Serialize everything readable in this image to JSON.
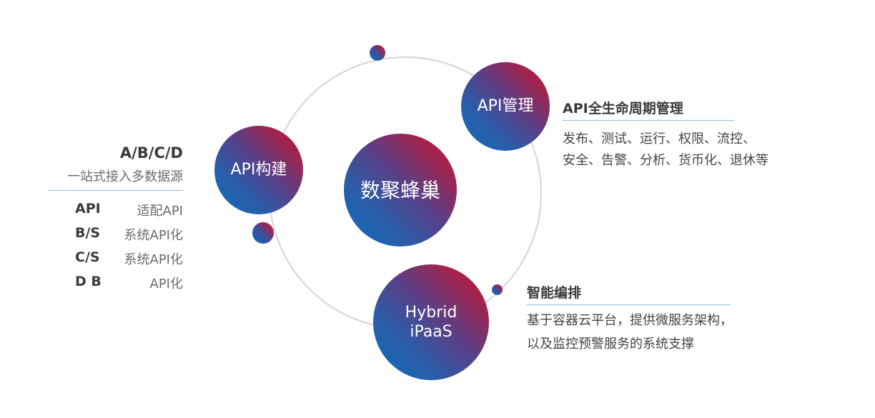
{
  "center": {
    "label": "数聚蜂巢"
  },
  "nodes": {
    "api_build": {
      "label": "API构建"
    },
    "api_manage": {
      "label": "API管理"
    },
    "hybrid_ipaas": {
      "line1": "Hybrid",
      "line2": "iPaaS"
    }
  },
  "api_manage_info": {
    "title": "API全生命周期管理",
    "line1": "发布、测试、运行、权限、流控、",
    "line2": "安全、告警、分析、货币化、退休等"
  },
  "orchestration_info": {
    "title": "智能编排",
    "line1": "基于容器云平台，提供微服务架构，",
    "line2": "以及监控预警服务的系统支撑"
  },
  "api_build_info": {
    "title": "A/B/C/D",
    "subtitle": "一站式接入多数据源",
    "rows": [
      {
        "key": "API",
        "value": "适配API"
      },
      {
        "key": "B/S",
        "value": "系统API化"
      },
      {
        "key": "C/S",
        "value": "系统API化"
      },
      {
        "key": "D B",
        "value": "API化"
      }
    ]
  },
  "colors": {
    "gradient_blue": "#0a6ebd",
    "gradient_red": "#c8102e",
    "orbit": "#d4d4d4",
    "rule": "#8cc0e6",
    "text": "#444444"
  }
}
